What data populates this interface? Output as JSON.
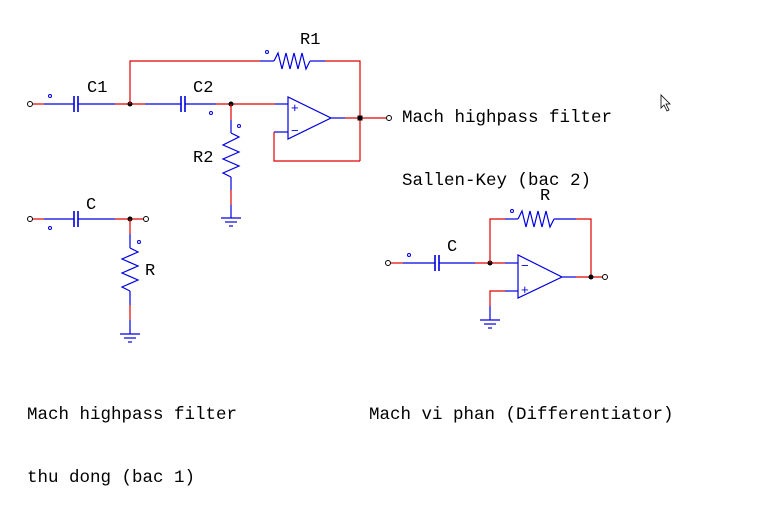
{
  "circuits": {
    "sallen_key": {
      "title_line1": "Mach highpass filter",
      "title_line2": "Sallen-Key (bac 2)",
      "labels": {
        "c1": "C1",
        "c2": "C2",
        "r1": "R1",
        "r2": "R2"
      },
      "opamp_plus": "+",
      "opamp_minus": "−"
    },
    "passive": {
      "title_line1": "Mach highpass filter",
      "title_line2": "thu dong (bac 1)",
      "labels": {
        "c": "C",
        "r": "R"
      }
    },
    "differentiator": {
      "title": "Mach vi phan (Differentiator)",
      "labels": {
        "c": "C",
        "r": "R"
      },
      "opamp_plus": "+",
      "opamp_minus": "−"
    }
  },
  "colors": {
    "wire_end": "#e00000",
    "component": "#0000e0",
    "node": "#000000"
  },
  "cursor": "mouse-pointer-icon"
}
